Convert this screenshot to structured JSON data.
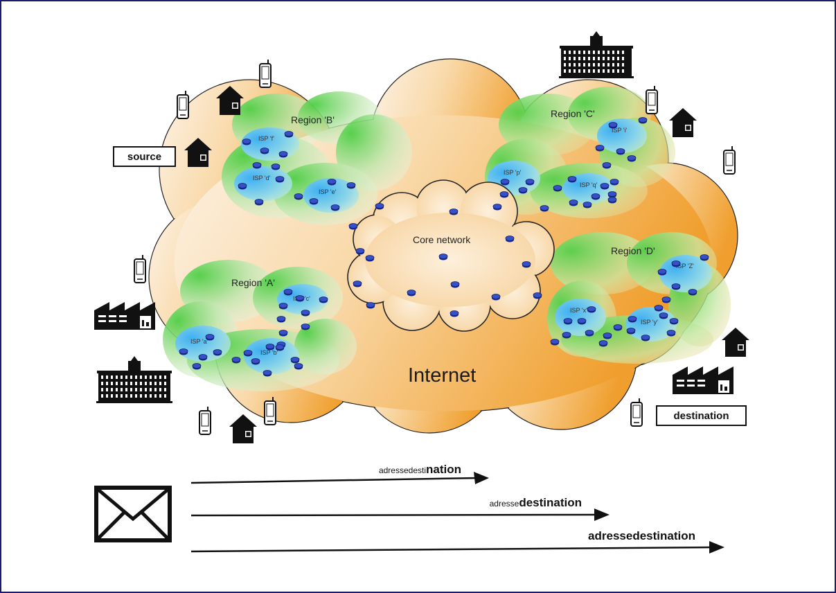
{
  "diagram": {
    "internet_label": "Internet",
    "core_label": "Core network",
    "regions": {
      "a": "Region 'A'",
      "b": "Region 'B'",
      "c": "Region 'C'",
      "d": "Region 'D'"
    },
    "isps": {
      "a": "ISP 'a'",
      "b": "ISP 'b'",
      "c": "ISP 'c'",
      "d": "ISP 'd'",
      "e": "ISP 'e'",
      "f": "ISP 'f'",
      "i": "ISP 'i'",
      "p": "ISP 'p'",
      "q": "ISP 'q'",
      "x": "ISP 'x'",
      "y": "ISP 'y'",
      "z": "ISP 'Z'"
    },
    "source_label": "source",
    "destination_label": "destination"
  },
  "messages": [
    {
      "small": "adressedesti",
      "big": "nation"
    },
    {
      "small": "adresse",
      "big": "destination"
    },
    {
      "small": "",
      "big": "adressedestination"
    }
  ],
  "colors": {
    "frame_border": "#1c1c6e",
    "internet_light": "#fbeedd",
    "internet_dark": "#f1a53a",
    "region_green": "#5ed45a",
    "isp_blue": "#4fb6f0",
    "router": "#2b3fb0",
    "ink": "#111111"
  },
  "icons": [
    "envelope-icon",
    "house-icon",
    "phone-icon",
    "factory-icon",
    "building-icon",
    "router-icon"
  ]
}
